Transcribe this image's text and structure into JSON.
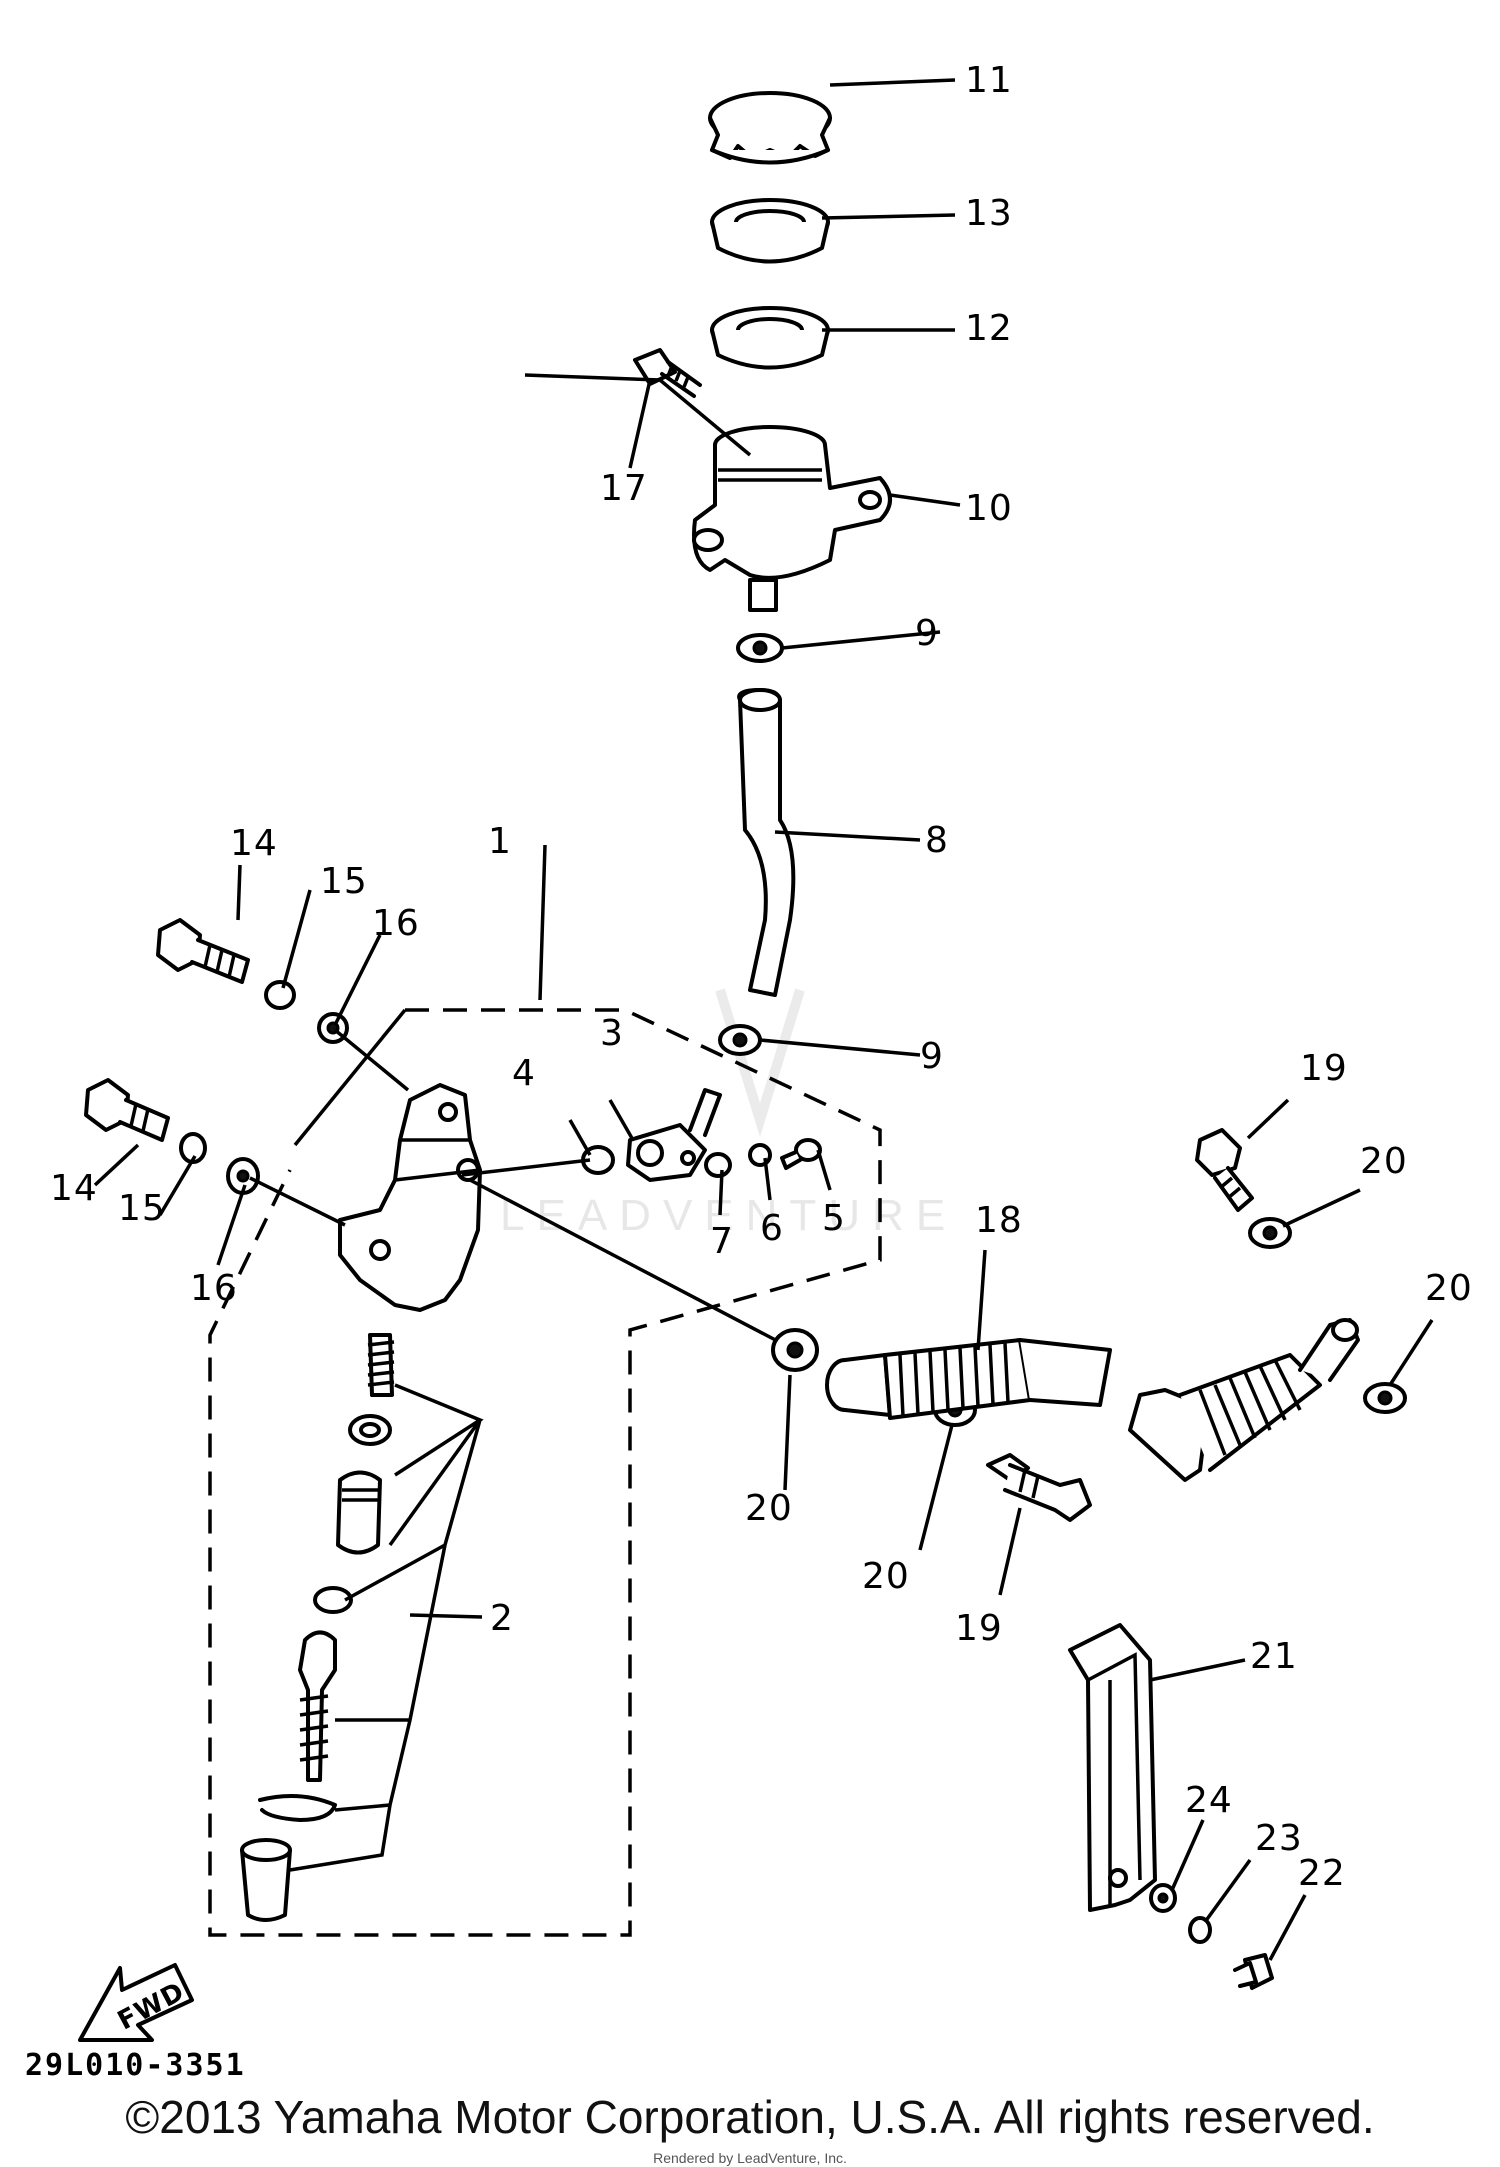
{
  "diagram": {
    "callouts": [
      "1",
      "2",
      "3",
      "4",
      "5",
      "6",
      "7",
      "8",
      "9",
      "9",
      "10",
      "11",
      "12",
      "13",
      "14",
      "14",
      "15",
      "15",
      "16",
      "16",
      "17",
      "18",
      "19",
      "19",
      "20",
      "20",
      "20",
      "20",
      "21",
      "22",
      "23",
      "24"
    ],
    "fwd_label": "FWD",
    "drawing_code": "29L010-3351",
    "watermark": "LEADVENTURE"
  },
  "footer": {
    "copyright": "©2013 Yamaha Motor Corporation, U.S.A. All rights reserved.",
    "credit": "Rendered by LeadVenture, Inc."
  }
}
